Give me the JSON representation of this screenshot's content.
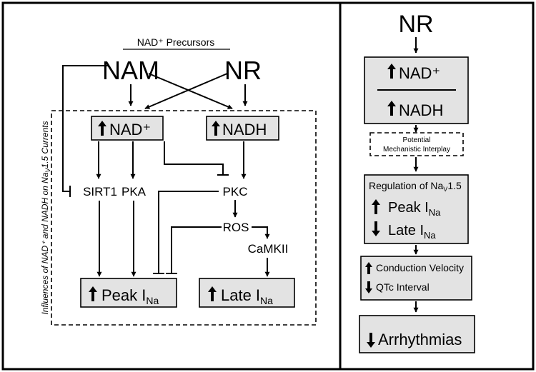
{
  "left": {
    "header": "NAD⁺ Precursors",
    "nam": "NAM",
    "nr": "NR",
    "side_label_a": "Influences of NAD⁺ and NADH on Na",
    "side_label_sub": "V",
    "side_label_b": "1.5 Currents",
    "nad_box": "NAD⁺",
    "nadh_box": "NADH",
    "sirt1": "SIRT1",
    "pka": "PKA",
    "pkc": "PKC",
    "ros": "ROS",
    "camkii": "CaMKII",
    "peak_box": {
      "text": "Peak I",
      "sub": "Na"
    },
    "late_box": {
      "text": "Late I",
      "sub": "Na"
    }
  },
  "right": {
    "nr": "NR",
    "ratio_top": "NAD⁺",
    "ratio_bottom": "NADH",
    "interplay_1": "Potential",
    "interplay_2": "Mechanistic Interplay",
    "regulation_title": "Regulation of Na",
    "regulation_sub": "V",
    "regulation_suffix": "1.5",
    "peak": {
      "text": "Peak I",
      "sub": "Na"
    },
    "late": {
      "text": "Late I",
      "sub": "Na"
    },
    "conduction": "Conduction Velocity",
    "qtc": "QTc Interval",
    "arrhythmias": "Arrhythmias"
  }
}
